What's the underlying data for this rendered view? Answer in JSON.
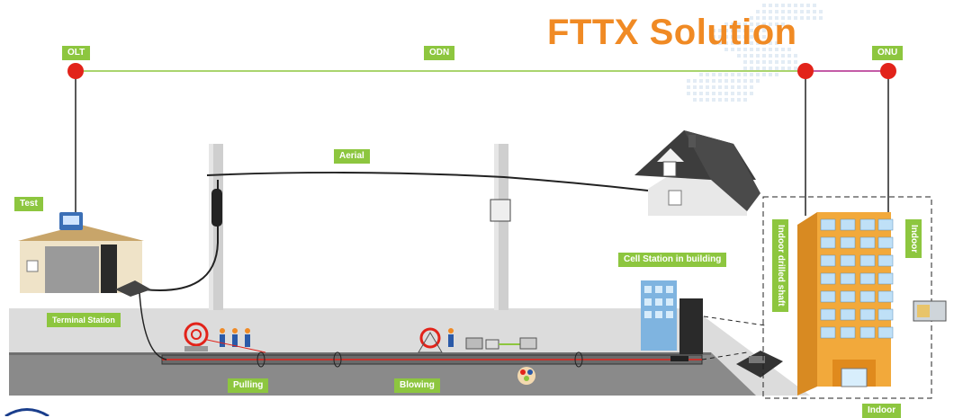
{
  "title": "FTTX Solution",
  "labels": {
    "olt": "OLT",
    "odn": "ODN",
    "onu": "ONU",
    "test": "Test",
    "aerial": "Aerial",
    "terminal_station": "Terminal Station",
    "cell_station": "Cell Station in building",
    "pulling": "Pulling",
    "blowing": "Blowing",
    "indoor_drilled_shaft": "Indoor drilled shaft",
    "indoor_vertical": "Indoor",
    "indoor_bottom": "Indoor"
  },
  "colors": {
    "accent_green": "#8dc63f",
    "title_orange": "#f08a24",
    "node_red": "#e2231a",
    "onu_link": "#b0278a",
    "ground": "#d6d6d6",
    "building_orange": "#f2a93b"
  }
}
